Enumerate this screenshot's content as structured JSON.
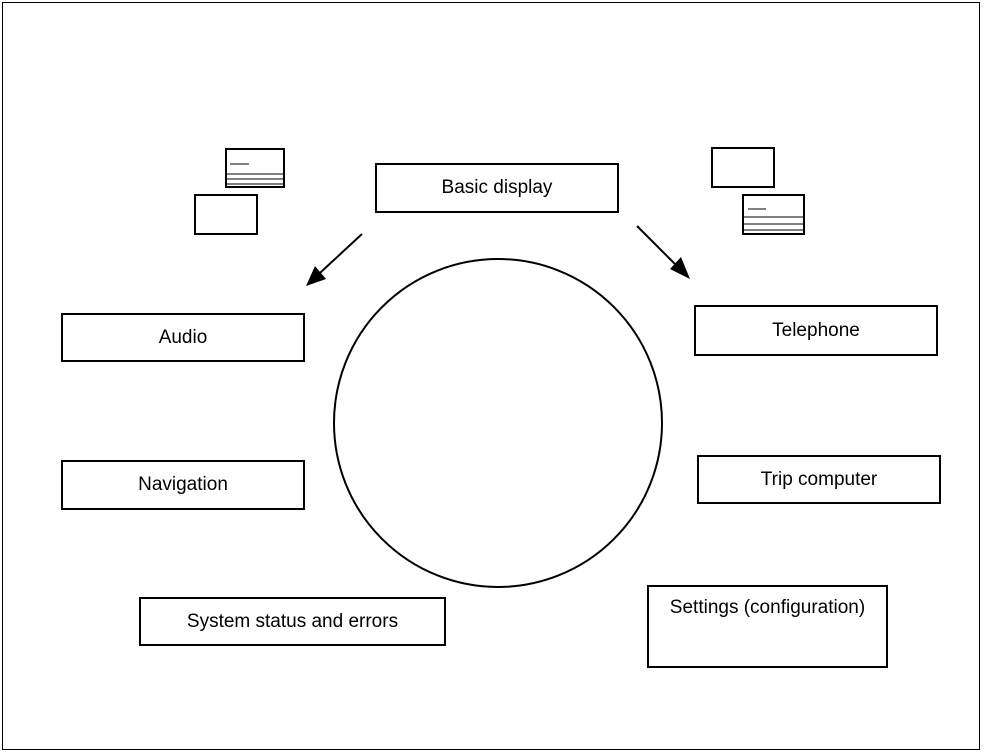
{
  "center": {
    "label": "Basic display"
  },
  "menu_items": [
    {
      "id": "audio",
      "label": "Audio"
    },
    {
      "id": "navigation",
      "label": "Navigation"
    },
    {
      "id": "system-status",
      "label": "System status and errors"
    },
    {
      "id": "telephone",
      "label": "Telephone"
    },
    {
      "id": "trip-computer",
      "label": "Trip computer"
    },
    {
      "id": "settings",
      "label": "Settings (configuration)"
    }
  ],
  "colors": {
    "line": "#000000",
    "background": "#ffffff"
  }
}
